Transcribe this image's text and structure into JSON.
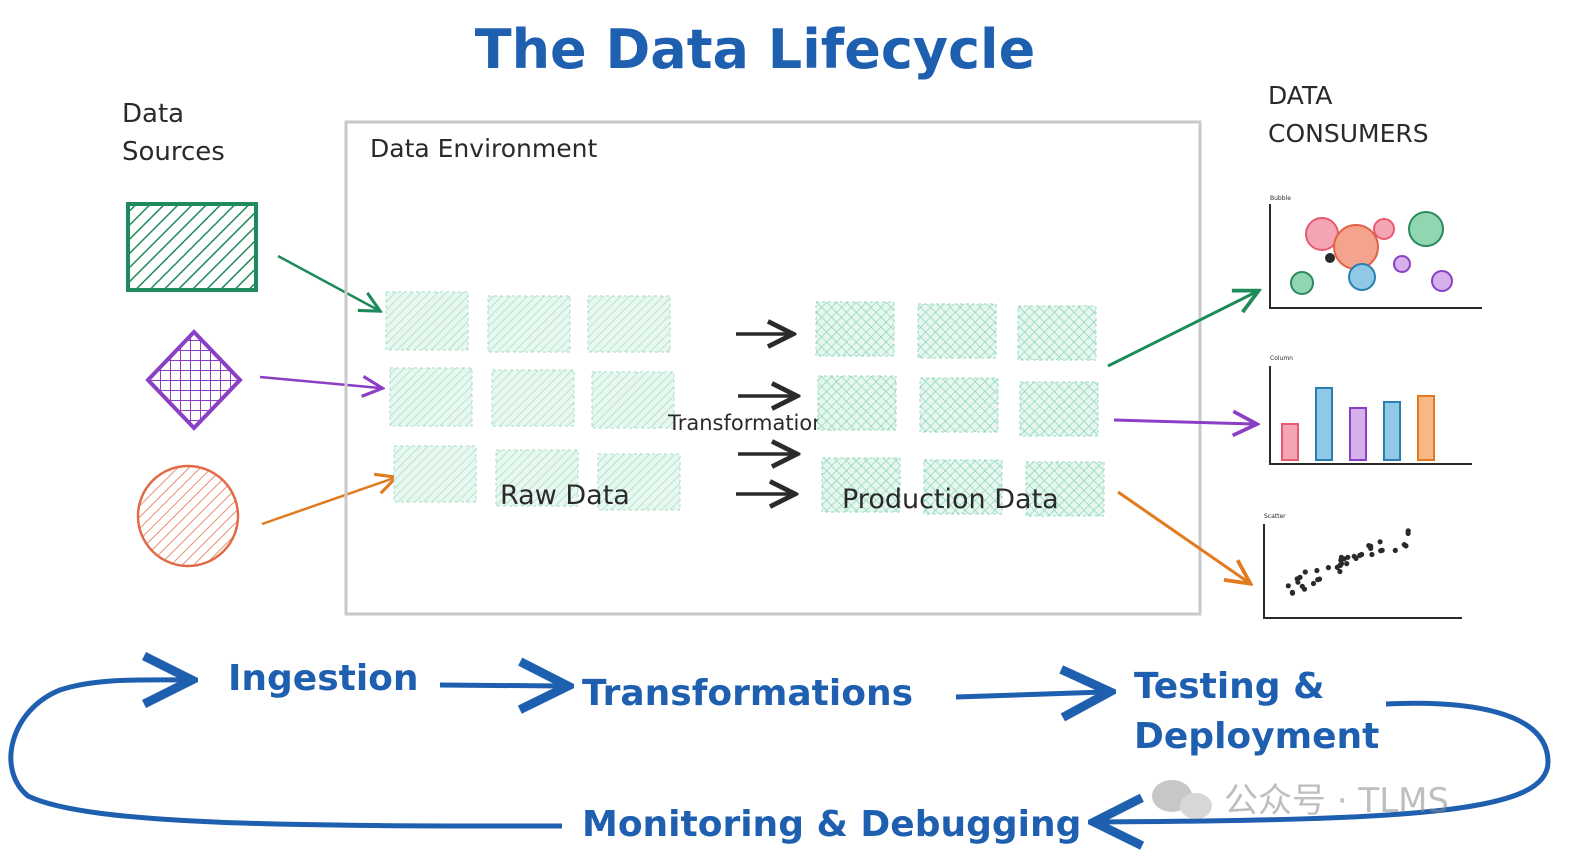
{
  "title": "The Data Lifecycle",
  "sources": {
    "label_line1": "Data",
    "label_line2": "Sources",
    "items": [
      {
        "shape": "rectangle",
        "color": "#1f8a5b"
      },
      {
        "shape": "diamond",
        "color": "#8a3fc4"
      },
      {
        "shape": "circle",
        "color": "#e26a46"
      }
    ]
  },
  "environment": {
    "label": "Data Environment",
    "raw_label": "Raw Data",
    "transform_label": "Transformations",
    "production_label": "Production Data"
  },
  "consumers": {
    "label_line1": "DATA",
    "label_line2": "CONSUMERS",
    "charts": [
      {
        "kind": "bubble",
        "label": "Bubble"
      },
      {
        "kind": "column",
        "label": "Column"
      },
      {
        "kind": "scatter",
        "label": "Scatter"
      }
    ]
  },
  "cycle": {
    "ingestion": "Ingestion",
    "transformations": "Transformations",
    "testing_line1": "Testing &",
    "testing_line2": "Deployment",
    "monitoring": "Monitoring & Debugging"
  },
  "watermark": "公众号 · TLMS",
  "colors": {
    "blue": "#1f5fb0",
    "green": "#1f8a5b",
    "purple": "#8a3fc4",
    "orange": "#e27a1e",
    "grid_fill": "#bfe9d7",
    "dark": "#2a2a2a"
  }
}
